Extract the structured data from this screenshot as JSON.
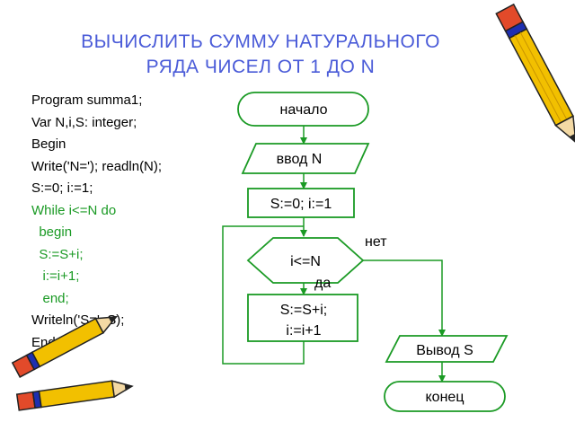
{
  "title": {
    "line1": "ВЫЧИСЛИТЬ СУММУ НАТУРАЛЬНОГО",
    "line2": "РЯДА ЧИСЕЛ ОТ 1 ДО N"
  },
  "code": {
    "lines": [
      {
        "text": "Program summa1;",
        "loop": false
      },
      {
        "text": "Var N,i,S: integer;",
        "loop": false
      },
      {
        "text": "Begin",
        "loop": false
      },
      {
        "text": "Write('N='); readln(N);",
        "loop": false
      },
      {
        "text": "S:=0; i:=1;",
        "loop": false
      },
      {
        "text": "While i<=N do",
        "loop": true
      },
      {
        "text": "  begin",
        "loop": true
      },
      {
        "text": "  S:=S+i;",
        "loop": true
      },
      {
        "text": "   i:=i+1;",
        "loop": true
      },
      {
        "text": "   end;",
        "loop": true
      },
      {
        "text": "Writeln('S=', S);",
        "loop": false
      },
      {
        "text": "End.",
        "loop": false
      }
    ]
  },
  "flowchart": {
    "start": "начало",
    "input": "ввод N",
    "init": "S:=0; i:=1",
    "condition": "i<=N",
    "no_label": "нет",
    "yes_label": "да",
    "body_line1": "S:=S+i;",
    "body_line2": "i:=i+1",
    "output": "Вывод S",
    "end": "конец"
  },
  "colors": {
    "title": "#4a5bd8",
    "loop_code": "#1a9a24",
    "flow_stroke": "#1a9a24",
    "pencil_body": "#f2c000",
    "pencil_band": "#1e2fb0",
    "pencil_eraser": "#e24a2a"
  },
  "icons": [
    "pencil-icon",
    "crossed-pencils-icon"
  ]
}
